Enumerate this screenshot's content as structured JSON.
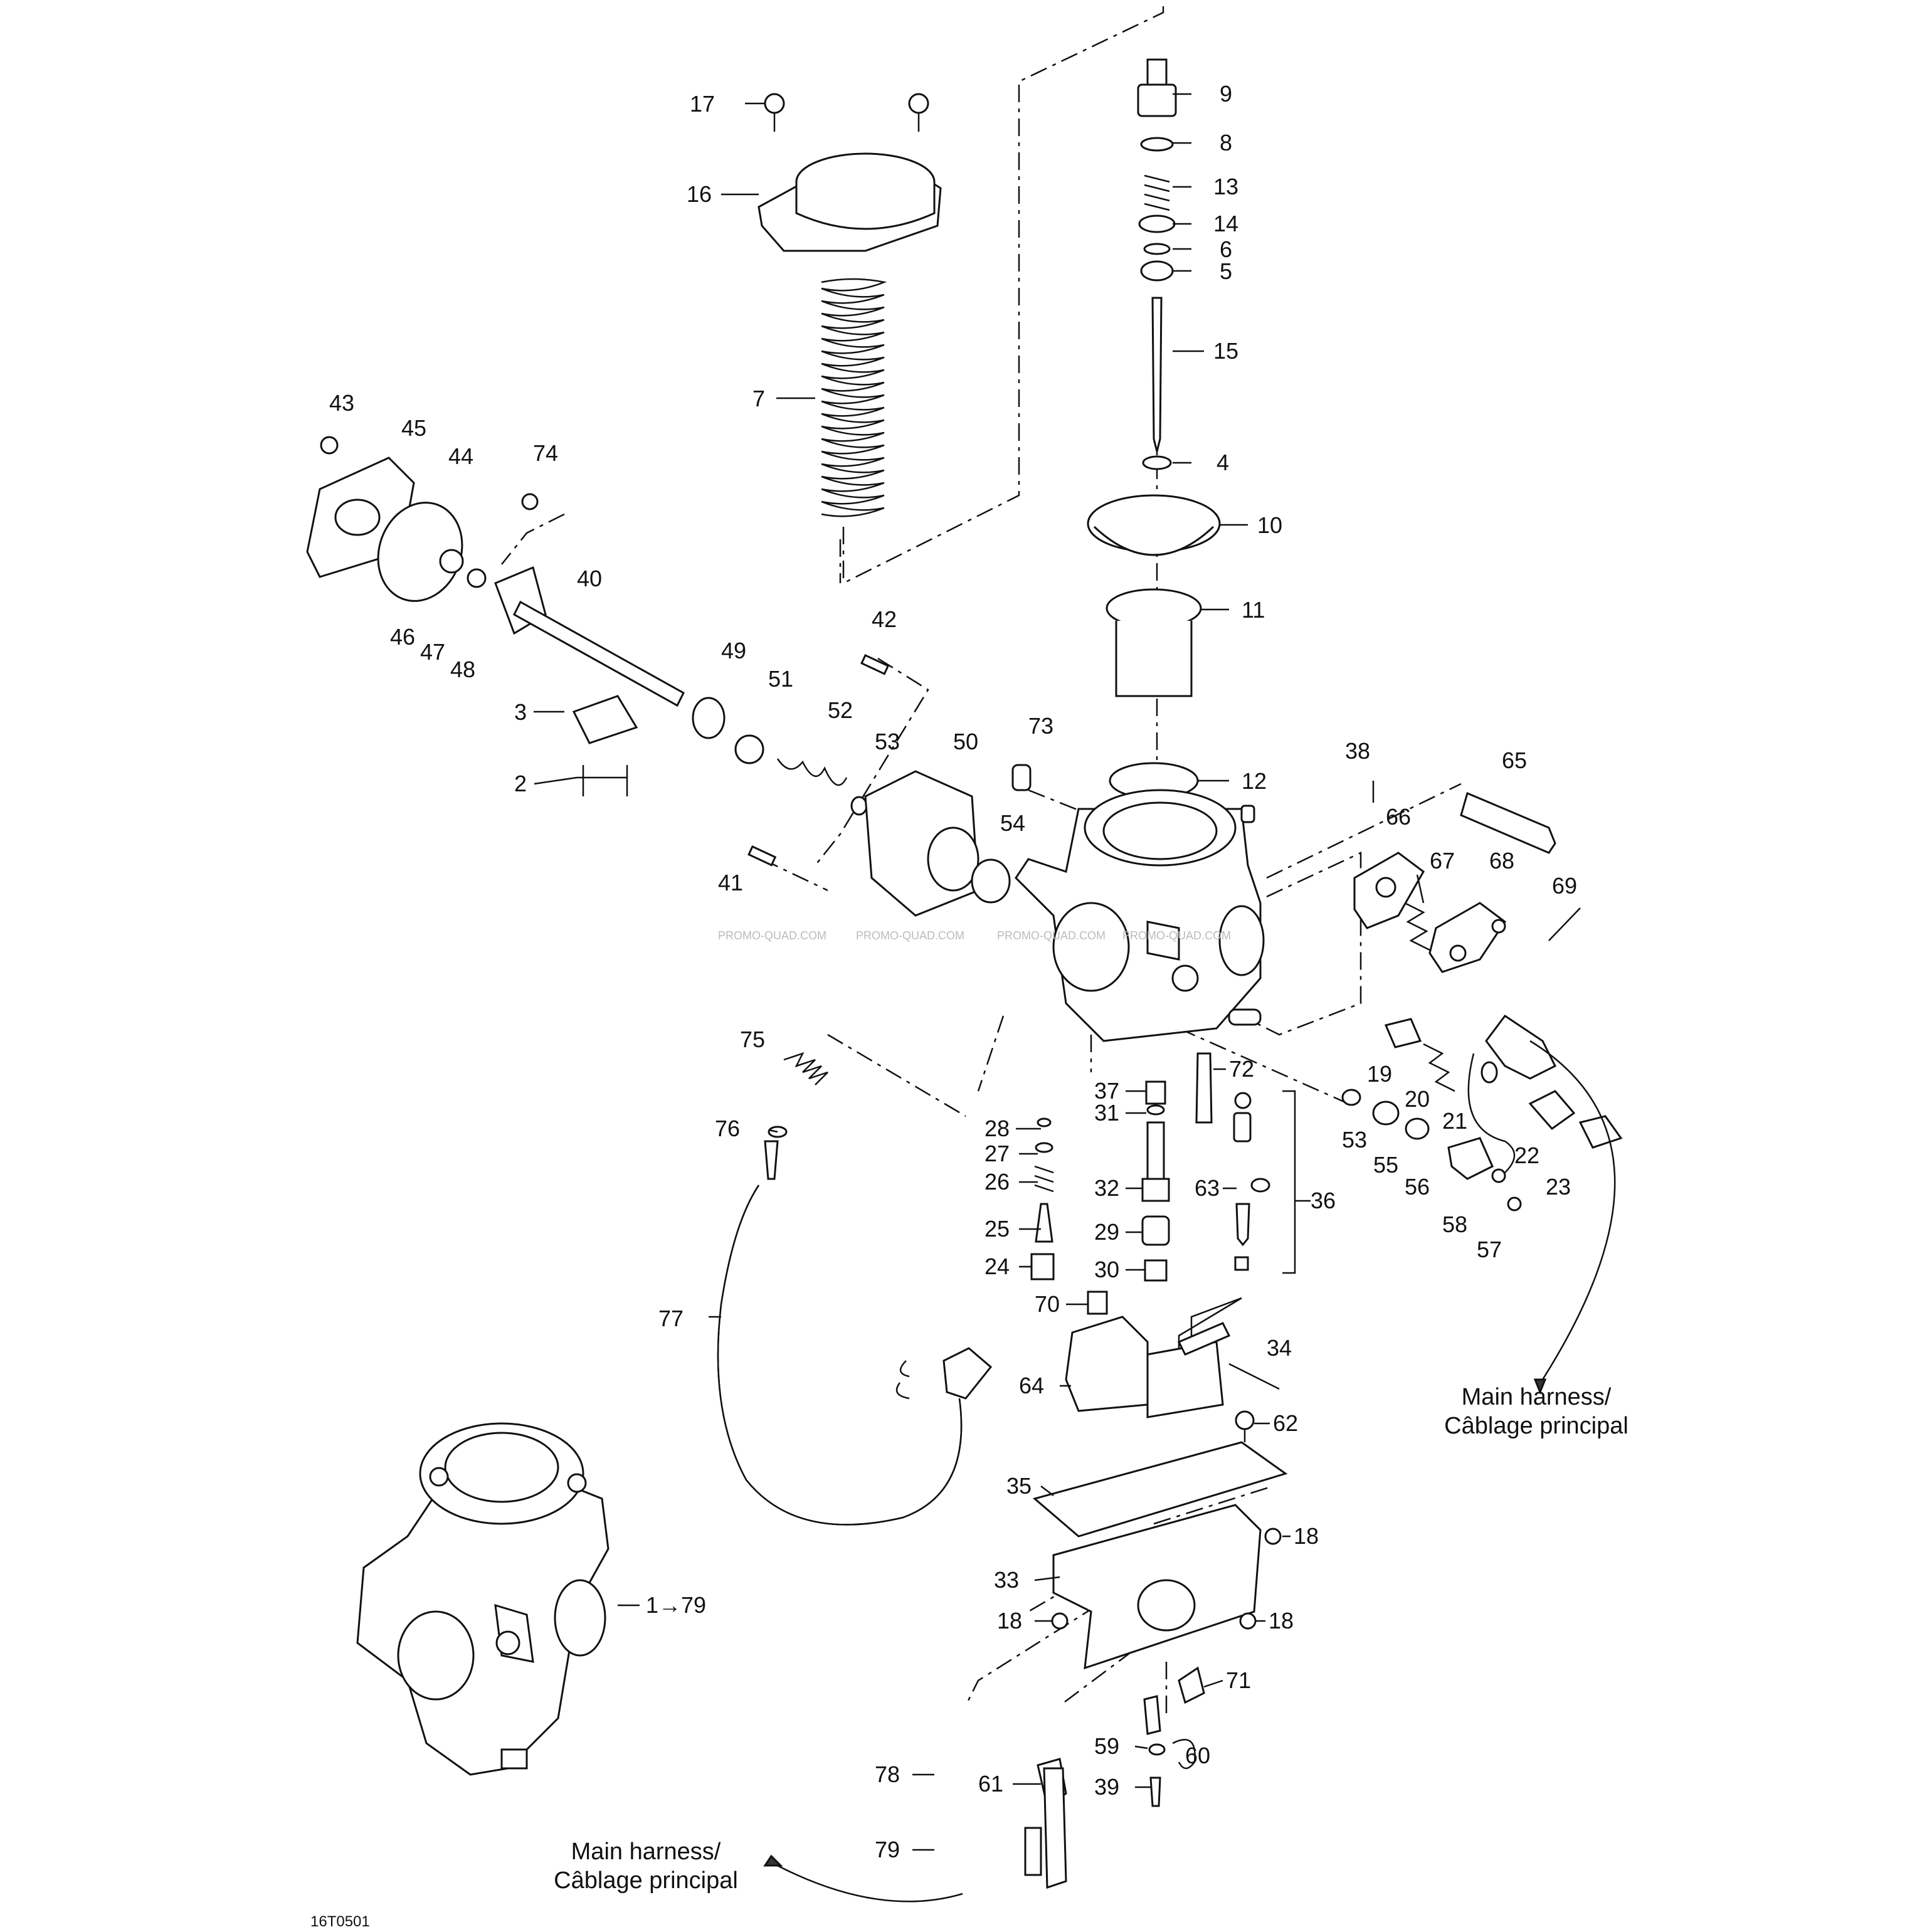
{
  "diagram": {
    "reference_code": "16T0501",
    "watermarks": [
      "PROMO-QUAD.COM",
      "PROMO-QUAD.COM",
      "PROMO-QUAD.COM",
      "PROMO-QUAD.COM"
    ],
    "assembly_label": "1→79",
    "harness_labels": [
      {
        "line1": "Main harness/",
        "line2": "Câblage principal"
      },
      {
        "line1": "Main harness/",
        "line2": "Câblage principal"
      }
    ],
    "callouts": [
      "17",
      "16",
      "7",
      "9",
      "8",
      "13",
      "14",
      "6",
      "5",
      "15",
      "4",
      "10",
      "11",
      "12",
      "43",
      "45",
      "44",
      "74",
      "40",
      "46",
      "47",
      "48",
      "3",
      "2",
      "49",
      "51",
      "52",
      "53",
      "42",
      "50",
      "41",
      "54",
      "73",
      "38",
      "65",
      "66",
      "67",
      "68",
      "69",
      "19",
      "20",
      "21",
      "22",
      "23",
      "53",
      "55",
      "56",
      "58",
      "57",
      "75",
      "76",
      "77",
      "28",
      "27",
      "26",
      "25",
      "24",
      "70",
      "37",
      "31",
      "32",
      "29",
      "30",
      "72",
      "63",
      "36",
      "34",
      "64",
      "62",
      "35",
      "33",
      "18",
      "18",
      "18",
      "71",
      "59",
      "60",
      "39",
      "78",
      "79",
      "61"
    ]
  }
}
